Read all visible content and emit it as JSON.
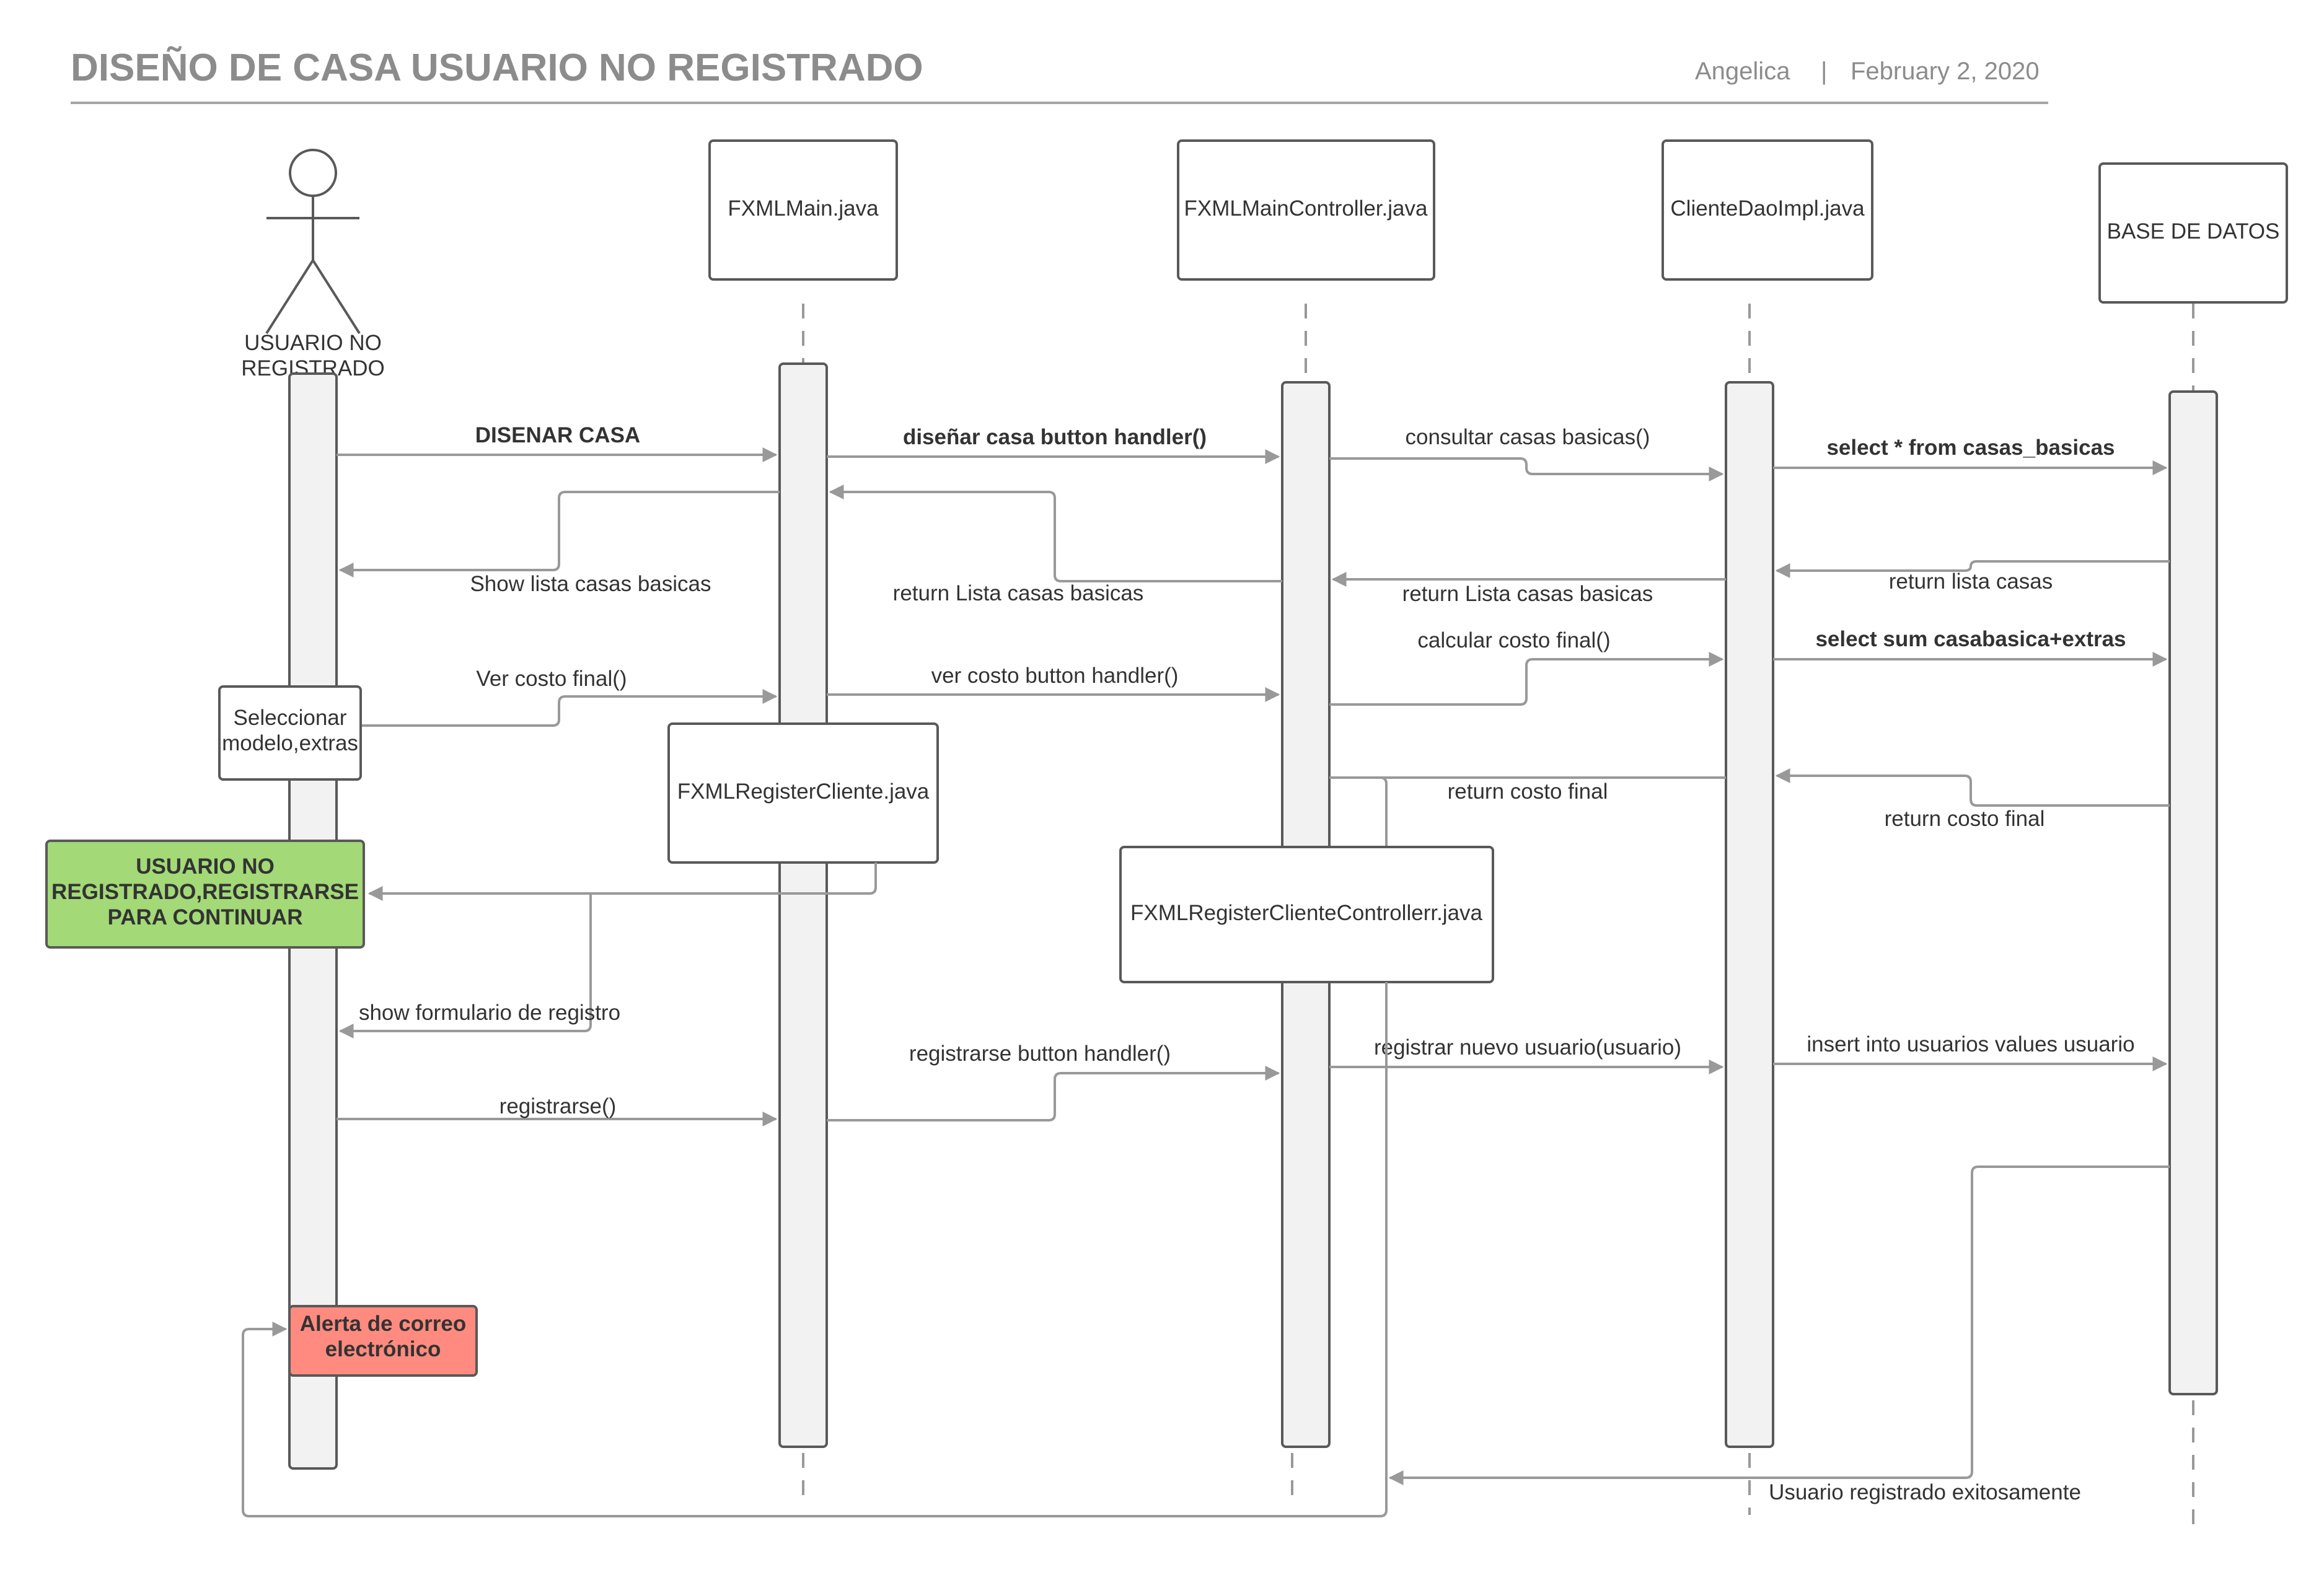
{
  "header": {
    "title": "DISEÑO DE CASA USUARIO NO REGISTRADO",
    "author": "Angelica",
    "separator": "|",
    "date": "February 2, 2020"
  },
  "actor": {
    "label_line1": "USUARIO  NO",
    "label_line2": "REGISTRADO"
  },
  "participants": {
    "main": "FXMLMain.java",
    "controller": "FXMLMainController.java",
    "dao": "ClienteDaoImpl.java",
    "db": "BASE DE DATOS",
    "register": "FXMLRegisterCliente.java",
    "register_controller": "FXMLRegisterClienteControllerr.java"
  },
  "notes": {
    "select_line1": "Seleccionar",
    "select_line2": "modelo,extras",
    "unregistered_line1": "USUARIO NO",
    "unregistered_line2": "REGISTRADO,REGISTRARSE",
    "unregistered_line3": "PARA CONTINUAR",
    "alert_line1": "Alerta de correo",
    "alert_line2": "electrónico"
  },
  "colors": {
    "note_green": "#a3d977",
    "note_red": "#ff8b80",
    "line_gray": "#999999"
  },
  "messages": {
    "disenar_casa": "DISENAR CASA",
    "disenar_handler": "diseñar casa  button handler()",
    "consultar": "consultar casas basicas()",
    "select_basicas": "select  * from casas_basicas",
    "return_lista_casas": "return lista casas",
    "return_lista_dao": "return Lista casas basicas",
    "return_lista_ctrl": "return Lista casas basicas",
    "show_lista": "Show lista casas basicas",
    "ver_costo": "Ver costo final()",
    "ver_costo_handler": "ver costo button handler()",
    "calcular": "calcular costo final()",
    "select_sum": "select sum casabasica+extras",
    "return_costo_db": "return costo final",
    "return_costo_dao": "return costo final",
    "show_formulario": "show formulario de registro",
    "registrarse_handler": "registrarse button handler()",
    "registrar_nuevo": "registrar  nuevo usuario(usuario)",
    "insert": "insert into usuarios values usuario",
    "registrarse": "registrarse()",
    "registrado": "Usuario registrado exitosamente"
  }
}
